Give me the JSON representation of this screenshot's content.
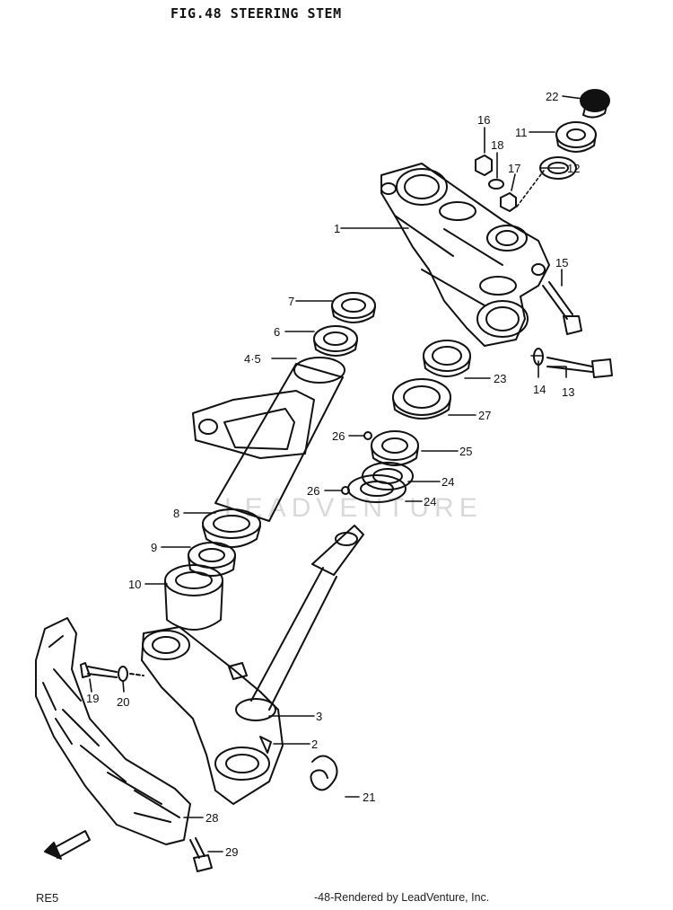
{
  "header": {
    "title": "FIG.48  STEERING STEM"
  },
  "footer": {
    "model_code": "RE5",
    "page_credit": "-48-Rendered by LeadVenture, Inc."
  },
  "watermark": {
    "text": "LEADVENTURE"
  },
  "front_arrow": {
    "text": "FWD"
  },
  "part_labels": [
    "1",
    "2",
    "3",
    "4·5",
    "6",
    "7",
    "8",
    "9",
    "10",
    "11",
    "12",
    "13",
    "14",
    "15",
    "16",
    "17",
    "18",
    "19",
    "20",
    "21",
    "22",
    "23",
    "24",
    "24",
    "25",
    "26",
    "26",
    "27",
    "28",
    "29"
  ],
  "colors": {
    "ink": "#111111",
    "paper": "#ffffff",
    "watermark": "#d9d9d9"
  }
}
